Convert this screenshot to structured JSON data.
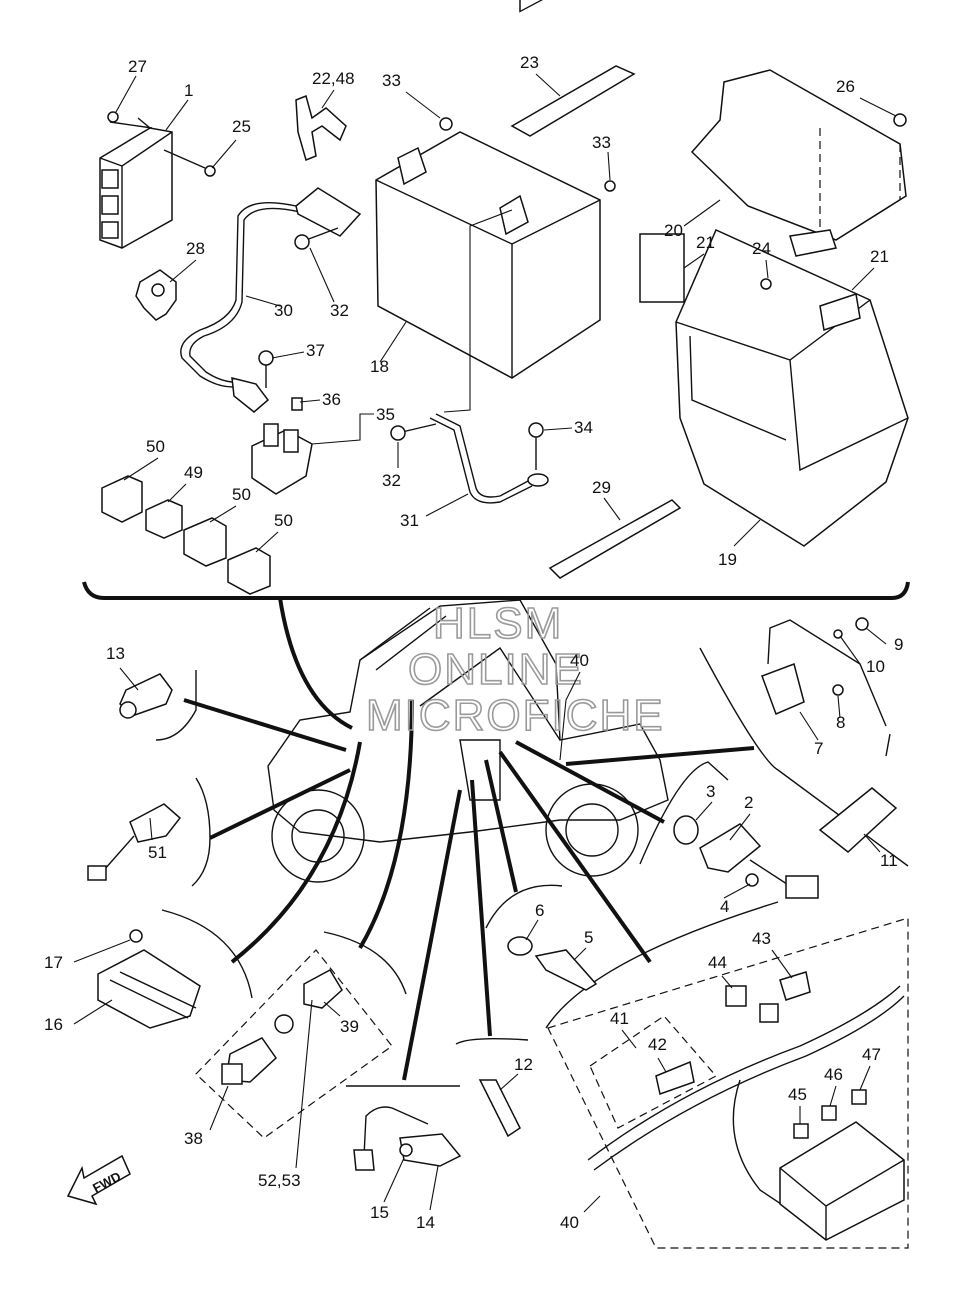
{
  "watermark": [
    "HLSM",
    "ONLINE",
    "MICROFICHE"
  ],
  "fwd_label": "FWD",
  "callouts": [
    {
      "id": "c1",
      "text": "1"
    },
    {
      "id": "c2",
      "text": "2"
    },
    {
      "id": "c3",
      "text": "3"
    },
    {
      "id": "c4",
      "text": "4"
    },
    {
      "id": "c5",
      "text": "5"
    },
    {
      "id": "c6",
      "text": "6"
    },
    {
      "id": "c7",
      "text": "7"
    },
    {
      "id": "c8",
      "text": "8"
    },
    {
      "id": "c9",
      "text": "9"
    },
    {
      "id": "c10",
      "text": "10"
    },
    {
      "id": "c11",
      "text": "11"
    },
    {
      "id": "c12",
      "text": "12"
    },
    {
      "id": "c13",
      "text": "13"
    },
    {
      "id": "c14",
      "text": "14"
    },
    {
      "id": "c15",
      "text": "15"
    },
    {
      "id": "c16",
      "text": "16"
    },
    {
      "id": "c17",
      "text": "17"
    },
    {
      "id": "c18",
      "text": "18"
    },
    {
      "id": "c19",
      "text": "19"
    },
    {
      "id": "c20",
      "text": "20"
    },
    {
      "id": "c21a",
      "text": "21"
    },
    {
      "id": "c21b",
      "text": "21"
    },
    {
      "id": "c2248",
      "text": "22,48"
    },
    {
      "id": "c23",
      "text": "23"
    },
    {
      "id": "c24",
      "text": "24"
    },
    {
      "id": "c25",
      "text": "25"
    },
    {
      "id": "c26",
      "text": "26"
    },
    {
      "id": "c27",
      "text": "27"
    },
    {
      "id": "c28",
      "text": "28"
    },
    {
      "id": "c29",
      "text": "29"
    },
    {
      "id": "c30",
      "text": "30"
    },
    {
      "id": "c31",
      "text": "31"
    },
    {
      "id": "c32a",
      "text": "32"
    },
    {
      "id": "c32b",
      "text": "32"
    },
    {
      "id": "c33a",
      "text": "33"
    },
    {
      "id": "c33b",
      "text": "33"
    },
    {
      "id": "c34",
      "text": "34"
    },
    {
      "id": "c35",
      "text": "35"
    },
    {
      "id": "c36",
      "text": "36"
    },
    {
      "id": "c37",
      "text": "37"
    },
    {
      "id": "c38",
      "text": "38"
    },
    {
      "id": "c39",
      "text": "39"
    },
    {
      "id": "c40a",
      "text": "40"
    },
    {
      "id": "c40b",
      "text": "40"
    },
    {
      "id": "c41",
      "text": "41"
    },
    {
      "id": "c42",
      "text": "42"
    },
    {
      "id": "c43",
      "text": "43"
    },
    {
      "id": "c44",
      "text": "44"
    },
    {
      "id": "c45",
      "text": "45"
    },
    {
      "id": "c46",
      "text": "46"
    },
    {
      "id": "c47",
      "text": "47"
    },
    {
      "id": "c49",
      "text": "49"
    },
    {
      "id": "c50a",
      "text": "50"
    },
    {
      "id": "c50b",
      "text": "50"
    },
    {
      "id": "c50c",
      "text": "50"
    },
    {
      "id": "c51",
      "text": "51"
    },
    {
      "id": "c5253",
      "text": "52,53"
    }
  ]
}
